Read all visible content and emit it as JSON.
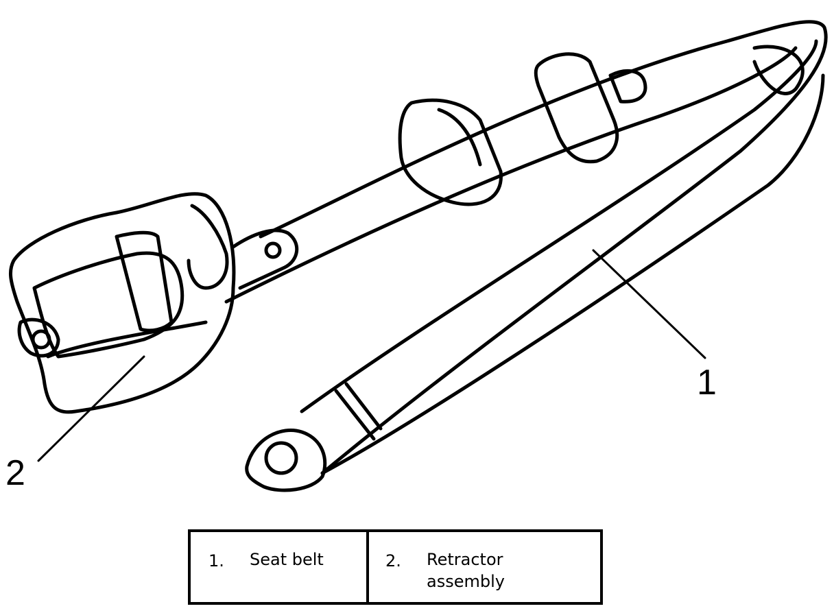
{
  "callouts": {
    "one": "1",
    "two": "2"
  },
  "legend": {
    "items": [
      {
        "number": "1.",
        "label": "Seat belt"
      },
      {
        "number": "2.",
        "label": "Retractor assembly"
      }
    ]
  },
  "colors": {
    "line": "#000000",
    "background": "#ffffff"
  }
}
